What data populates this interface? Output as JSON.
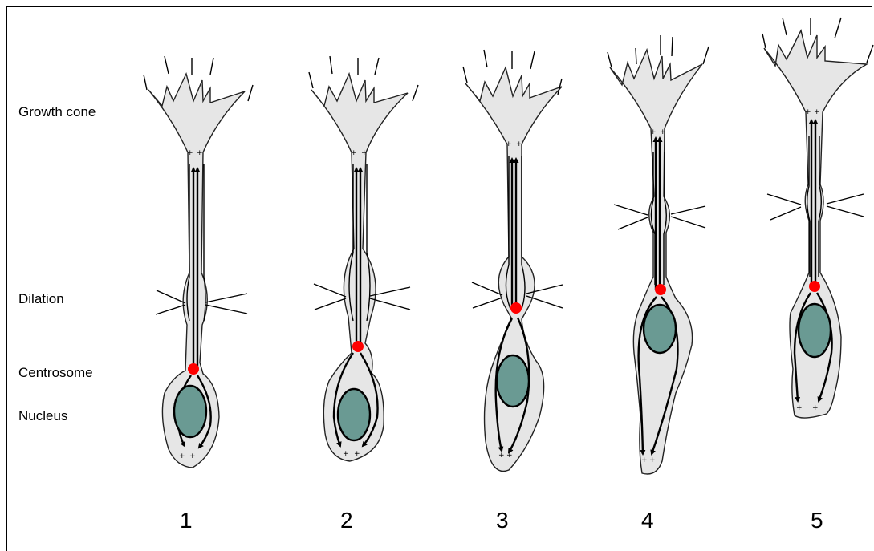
{
  "labels": {
    "growth_cone": "Growth cone",
    "dilation": "Dilation",
    "centrosome": "Centrosome",
    "nucleus": "Nucleus"
  },
  "stages": [
    "1",
    "2",
    "3",
    "4",
    "5"
  ],
  "polarity": {
    "plus": "+",
    "minus": "-"
  },
  "colors": {
    "cell_fill": "#e6e6e6",
    "nucleus_fill": "#6a9a93",
    "centrosome": "#ff0000",
    "outline": "#000000"
  }
}
